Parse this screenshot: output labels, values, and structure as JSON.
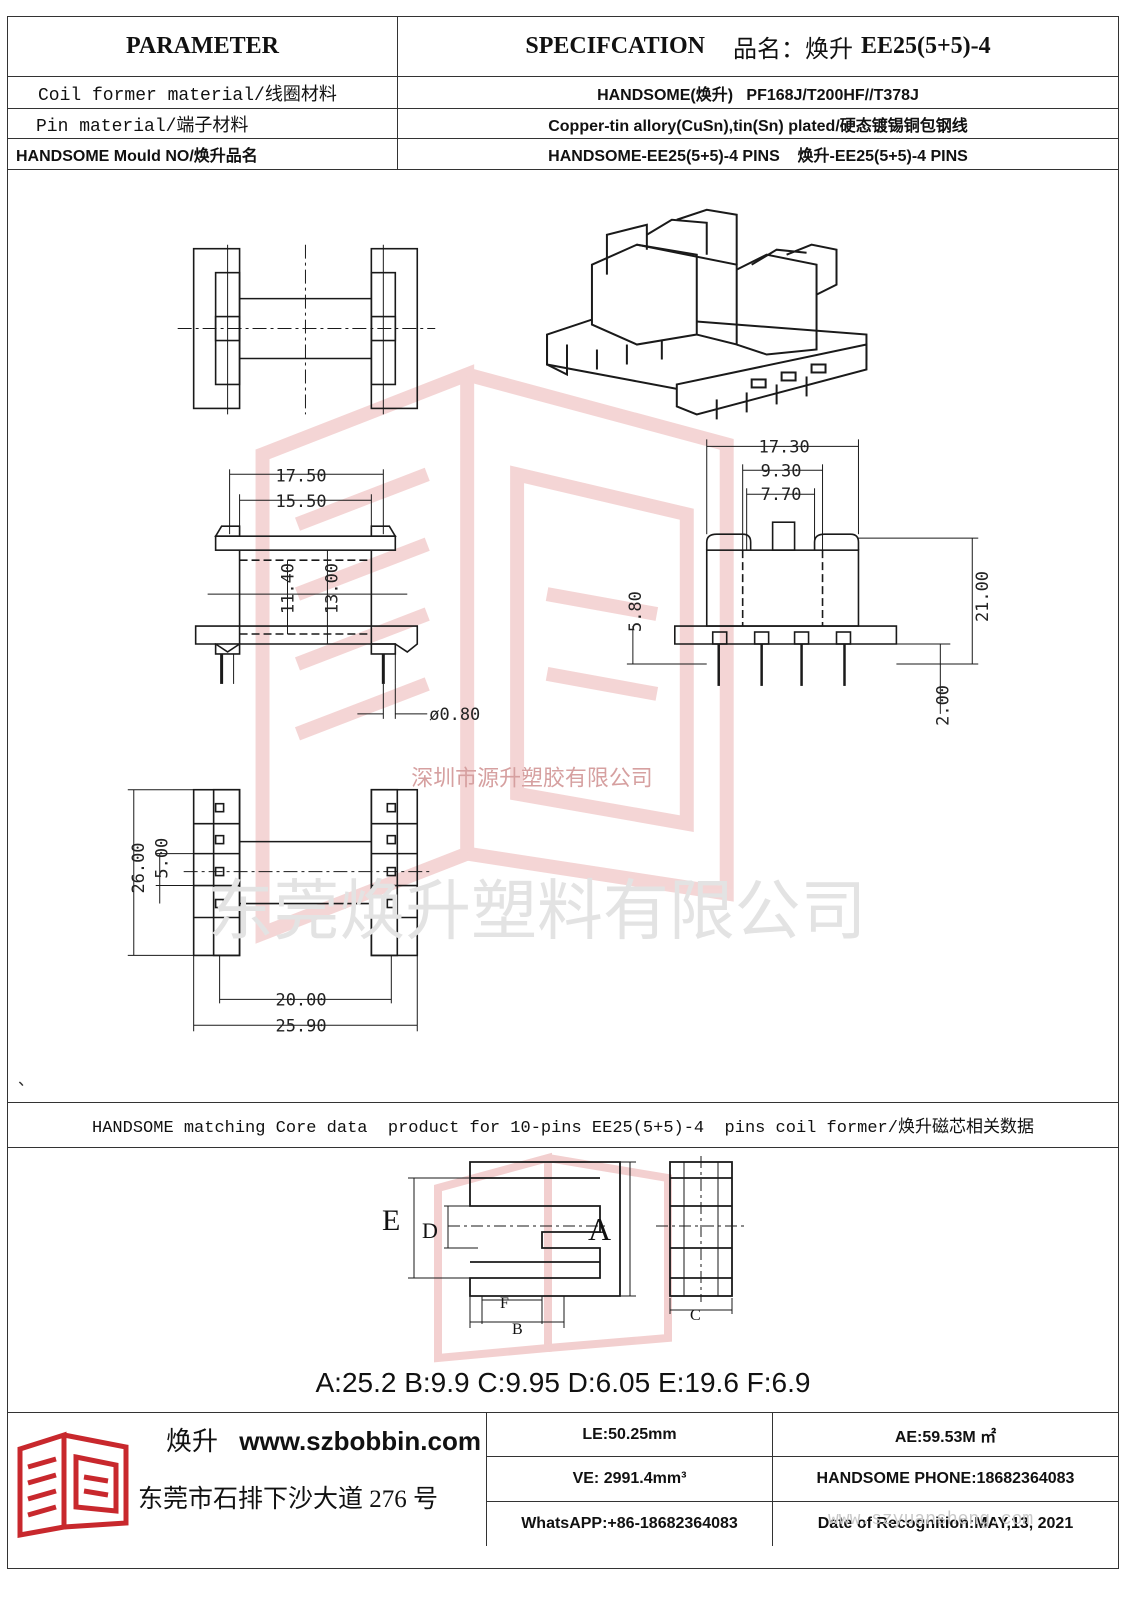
{
  "header": {
    "parameter": "PARAMETER",
    "specification": "SPECIFCATION",
    "product_name_label": "品名：",
    "product_name_value": "焕升",
    "product_model": "EE25(5+5)-4"
  },
  "rows": [
    {
      "label": "Coil former material/线圈材料",
      "value": "HANDSOME(焕升)   PF168J/T200HF//T378J"
    },
    {
      "label": "Pin material/端子材料",
      "value": "Copper-tin allory(CuSn),tin(Sn) plated/硬态镀锡铜包钢线"
    },
    {
      "label": "HANDSOME Mould NO/焕升品名",
      "value": "HANDSOME-EE25(5+5)-4 PINS    焕升-EE25(5+5)-4 PINS"
    }
  ],
  "dimensions": {
    "w1": "17.50",
    "w2": "15.50",
    "h1": "11.40",
    "h2": "13.00",
    "pin_dia": "ø0.80",
    "s1": "17.30",
    "s2": "9.30",
    "s3": "7.70",
    "s_h": "5.80",
    "s_total": "21.00",
    "s_pin": "2.00",
    "b_h": "26.00",
    "b_pitch": "5.00",
    "b_w1": "20.00",
    "b_w2": "25.90"
  },
  "watermarks": {
    "company_small": "深圳市源升塑胶有限公司",
    "company_large": "东莞焕升塑料有限公司",
    "site": "www.szyuansheng.com"
  },
  "stray_mark": "、",
  "core_section": {
    "title": "HANDSOME matching Core data  product for 10-pins EE25(5+5)-4  pins coil former/焕升磁芯相关数据",
    "labels": {
      "e": "E",
      "d": "D",
      "a": "A",
      "f": "F",
      "b": "B",
      "c": "C"
    },
    "values_line": "A:25.2 B:9.9 C:9.95 D:6.05 E:19.6 F:6.9"
  },
  "footer": {
    "brand": "焕升",
    "website": "www.szbobbin.com",
    "address": "东莞市石排下沙大道 276 号",
    "cells": {
      "le": "LE:50.25mm",
      "ae": "AE:59.53M ㎡",
      "ve": "VE: 2991.4mm³",
      "phone": "HANDSOME PHONE:18682364083",
      "whatsapp": "WhatsAPP:+86-18682364083",
      "date": "Date of Recognition:MAY,13, 2021"
    }
  },
  "colors": {
    "border": "#333333",
    "logo_red": "#c8282d",
    "watermark": "#e8a9a9",
    "line": "#1a1a1a"
  }
}
